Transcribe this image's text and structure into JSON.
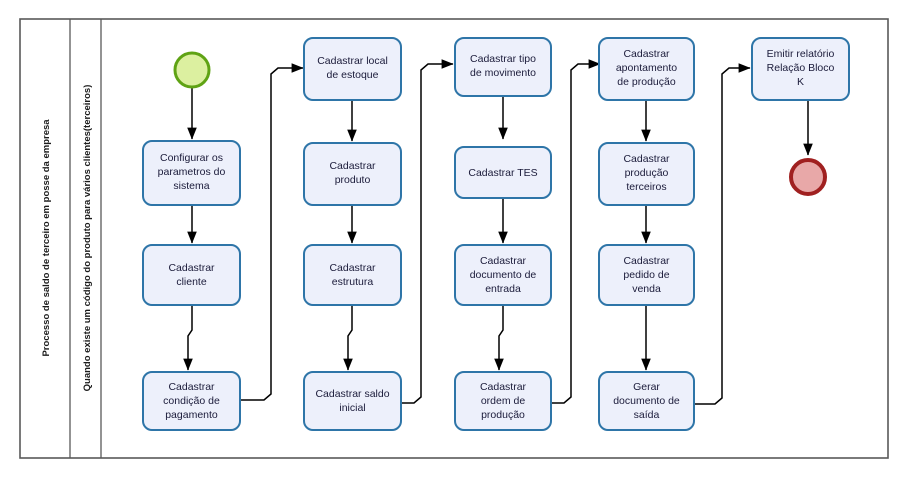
{
  "diagram": {
    "type": "bpmn-flowchart",
    "lanes": [
      {
        "id": "pool-title",
        "label": "Processo de saldo de terceiro em posse da empresa"
      },
      {
        "id": "lane-title",
        "label": "Quando existe um código do produto para vários clientes(terceiros)"
      }
    ],
    "colors": {
      "task_fill": "#EDF0FB",
      "task_stroke": "#2E75A8",
      "start_fill": "#DCF0A0",
      "start_stroke": "#5FA314",
      "end_fill": "#E8A8A8",
      "end_stroke": "#A02020",
      "frame_stroke": "#595959",
      "flow_stroke": "#000000"
    },
    "events": [
      {
        "id": "start-event",
        "name": "start-event",
        "label": ""
      },
      {
        "id": "end-event",
        "name": "end-event",
        "label": ""
      }
    ],
    "tasks": [
      {
        "id": "t1",
        "lines": [
          "Configurar os",
          "parametros do",
          "sistema"
        ]
      },
      {
        "id": "t2",
        "lines": [
          "Cadastrar",
          "cliente"
        ]
      },
      {
        "id": "t3",
        "lines": [
          "Cadastrar",
          "condição de",
          "pagamento"
        ]
      },
      {
        "id": "t4",
        "lines": [
          "Cadastrar local",
          "de estoque"
        ]
      },
      {
        "id": "t5",
        "lines": [
          "Cadastrar",
          "produto"
        ]
      },
      {
        "id": "t6",
        "lines": [
          "Cadastrar",
          "estrutura"
        ]
      },
      {
        "id": "t7",
        "lines": [
          "Cadastrar saldo",
          "inicial"
        ]
      },
      {
        "id": "t8",
        "lines": [
          "Cadastrar tipo",
          "de movimento"
        ]
      },
      {
        "id": "t9",
        "lines": [
          "Cadastrar TES"
        ]
      },
      {
        "id": "t10",
        "lines": [
          "Cadastrar",
          "documento de",
          "entrada"
        ]
      },
      {
        "id": "t11",
        "lines": [
          "Cadastrar",
          "ordem de",
          "produção"
        ]
      },
      {
        "id": "t12",
        "lines": [
          "Cadastrar",
          "apontamento",
          "de produção"
        ]
      },
      {
        "id": "t13",
        "lines": [
          "Cadastrar",
          "produção",
          "terceiros"
        ]
      },
      {
        "id": "t14",
        "lines": [
          "Cadastrar",
          "pedido de",
          "venda"
        ]
      },
      {
        "id": "t15",
        "lines": [
          "Gerar",
          "documento de",
          "saída"
        ]
      },
      {
        "id": "t16",
        "lines": [
          "Emitir relatório",
          "Relação Bloco",
          "K"
        ]
      }
    ]
  }
}
